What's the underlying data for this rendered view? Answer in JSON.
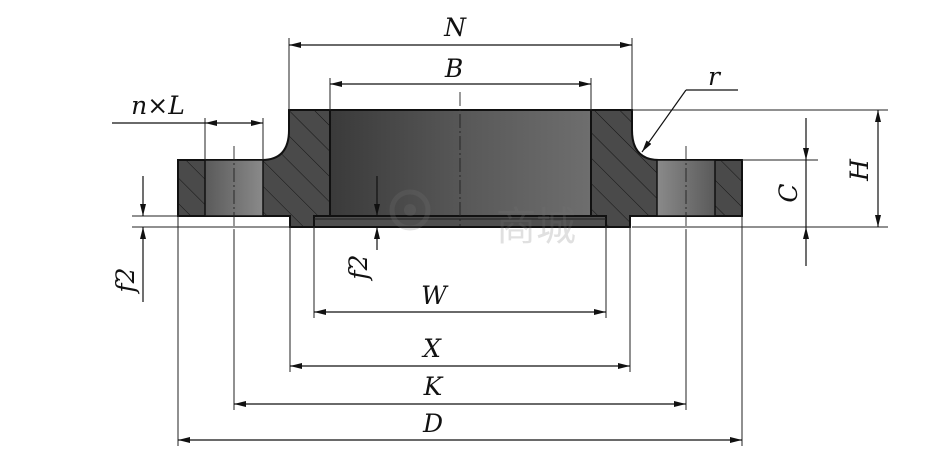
{
  "labels": {
    "N": "N",
    "B": "B",
    "r": "r",
    "nL": "n×L",
    "H": "H",
    "C": "C",
    "f2_left": "f2",
    "f2_inner": "f2",
    "W": "W",
    "X": "X",
    "K": "K",
    "D": "D"
  },
  "colors": {
    "line": "#111111",
    "section_fill": "#4a4a4a",
    "bore_dark": "#3a3a3a",
    "bore_light": "#6e6e6e",
    "hatch": "#151515"
  },
  "watermark": "商城"
}
